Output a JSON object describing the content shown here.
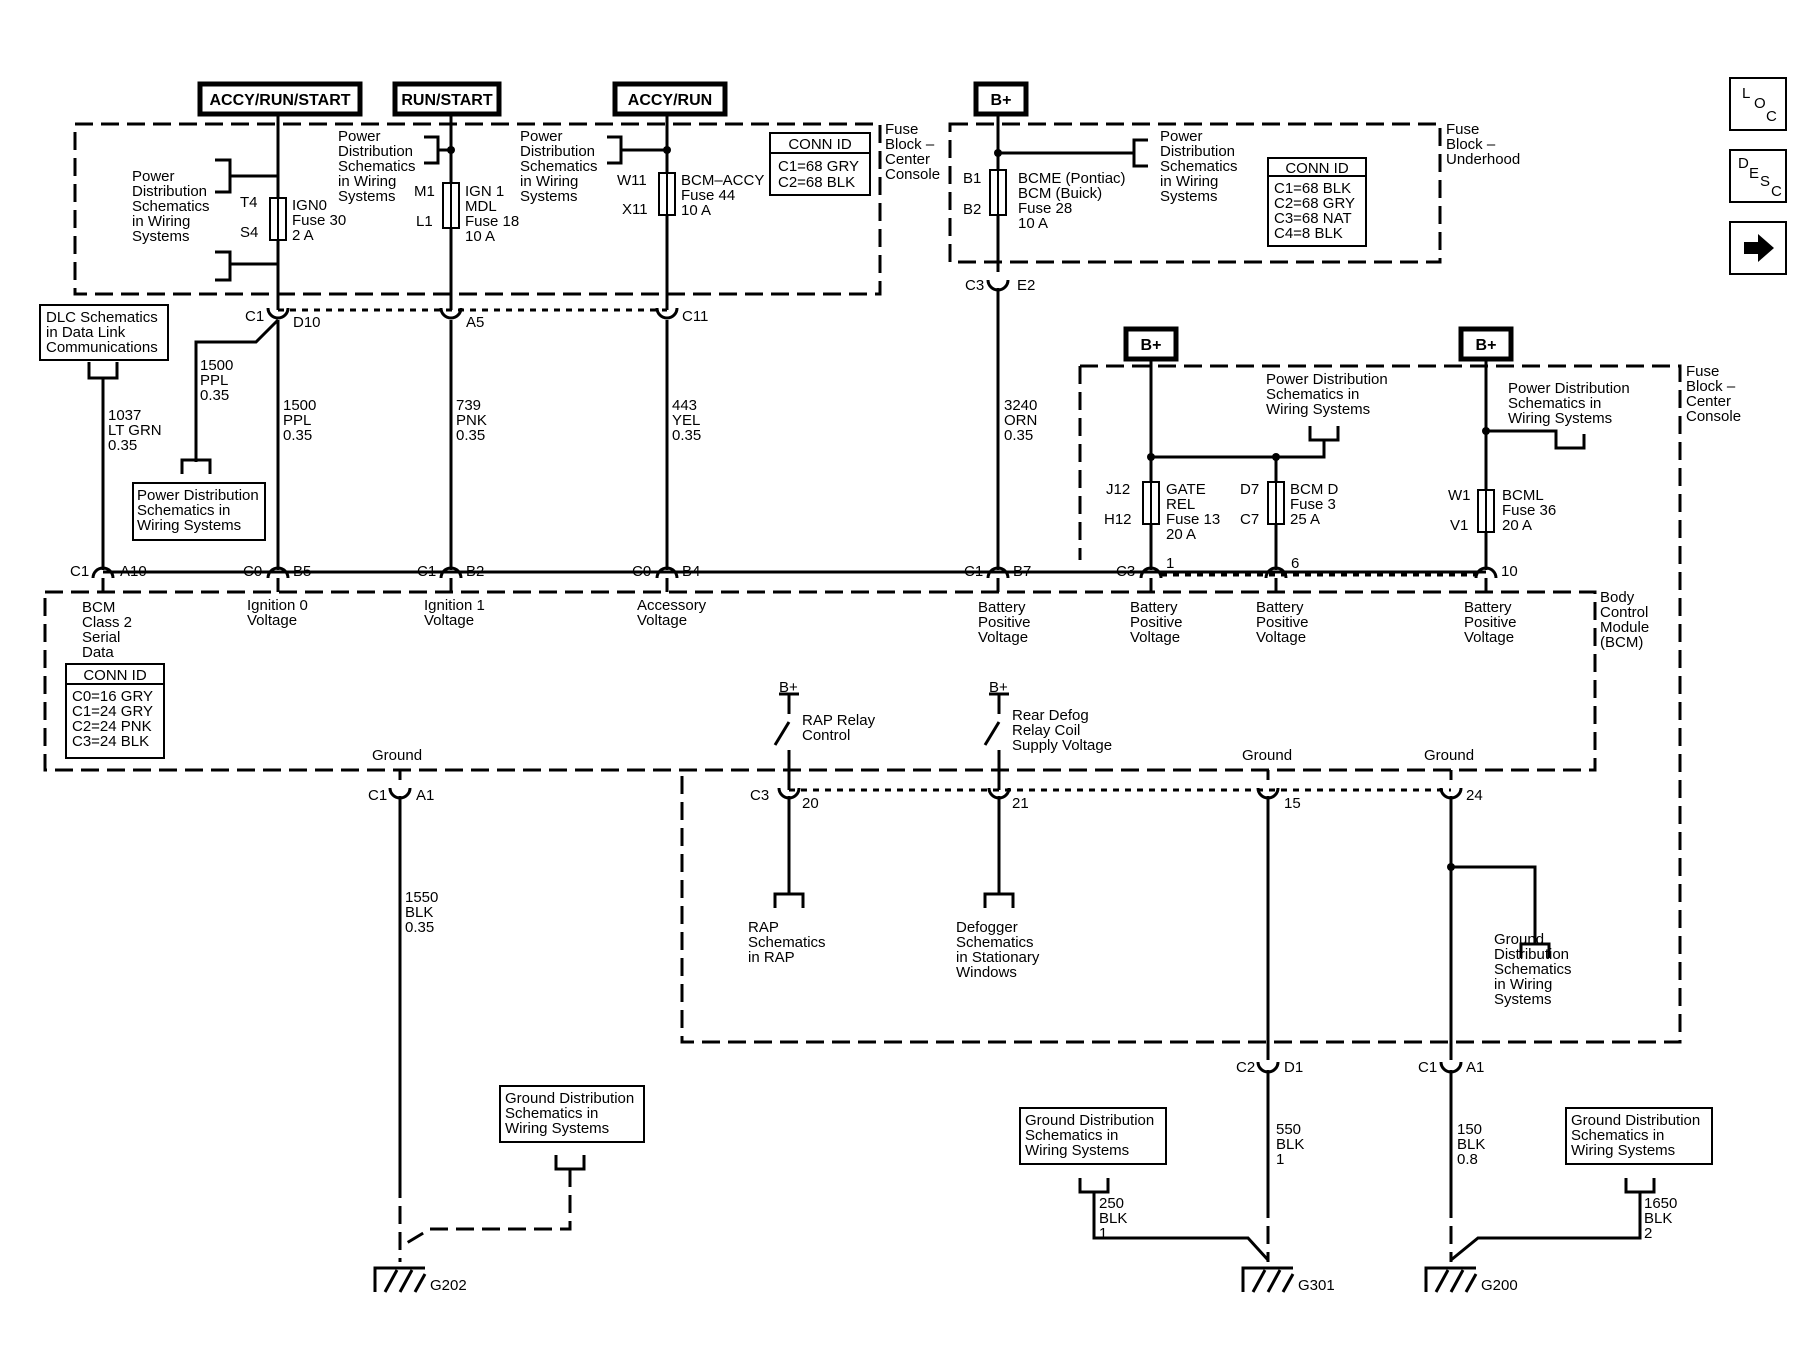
{
  "nav": {
    "loc": [
      "L",
      "O",
      "C"
    ],
    "desc": [
      "D",
      "E",
      "S",
      "C"
    ]
  },
  "sources": {
    "accy_run_start": "ACCY/RUN/START",
    "run_start": "RUN/START",
    "accy_run": "ACCY/RUN",
    "bplus": "B+"
  },
  "center_block": {
    "label": [
      "Fuse",
      "Block –",
      "Center",
      "Console"
    ],
    "conn_id_title": "CONN ID",
    "conn_ids": [
      "C1=68 GRY",
      "C2=68 BLK"
    ],
    "pd_left": [
      "Power",
      "Distribution",
      "Schematics",
      "in Wiring",
      "Systems"
    ],
    "pd_mid": [
      "Power",
      "Distribution",
      "Schematics",
      "in Wiring",
      "Systems"
    ],
    "pd_right": [
      "Power",
      "Distribution",
      "Schematics",
      "in Wiring",
      "Systems"
    ],
    "fuse1": {
      "pin_in": "T4",
      "pin_out": "S4",
      "lines": [
        "IGN0",
        "Fuse 30",
        "2 A"
      ]
    },
    "fuse2": {
      "pin_in": "M1",
      "pin_out": "L1",
      "lines": [
        "IGN 1",
        "MDL",
        "Fuse 18",
        "10 A"
      ]
    },
    "fuse3": {
      "pin_in": "W11",
      "pin_out": "X11",
      "lines": [
        "BCM–ACCY",
        "Fuse 44",
        "10 A"
      ]
    }
  },
  "underhood_block": {
    "label": [
      "Fuse",
      "Block –",
      "Underhood"
    ],
    "conn_id_title": "CONN ID",
    "conn_ids": [
      "C1=68 BLK",
      "C2=68 GRY",
      "C3=68 NAT",
      "C4=8 BLK"
    ],
    "pd": [
      "Power",
      "Distribution",
      "Schematics",
      "in Wiring",
      "Systems"
    ],
    "fuse": {
      "pin_in": "B1",
      "pin_out": "B2",
      "lines": [
        "BCME  (Pontiac)",
        "BCM     (Buick)",
        "Fuse 28",
        "10 A"
      ]
    },
    "conn": {
      "c": "C3",
      "pin": "E2"
    }
  },
  "center_block2": {
    "label": [
      "Fuse",
      "Block –",
      "Center",
      "Console"
    ],
    "pd1": [
      "Power Distribution",
      "Schematics in",
      "Wiring Systems"
    ],
    "pd2": [
      "Power Distribution",
      "Schematics in",
      "Wiring Systems"
    ],
    "fuseA": {
      "pin_in": "J12",
      "pin_out": "H12",
      "lines": [
        "GATE",
        "REL",
        "Fuse 13",
        "20 A"
      ]
    },
    "fuseB": {
      "pin_in": "D7",
      "pin_out": "C7",
      "lines": [
        "BCM D",
        "Fuse 3",
        "25 A"
      ]
    },
    "fuseC": {
      "pin_in": "W1",
      "pin_out": "V1",
      "lines": [
        "BCML",
        "Fuse 36",
        "20  A"
      ]
    }
  },
  "connectors_top": [
    {
      "c": "C1",
      "pin": "D10"
    },
    {
      "c": "",
      "pin": "A5"
    },
    {
      "c": "",
      "pin": "C11"
    }
  ],
  "dlc_box": [
    "DLC Schematics",
    "in Data Link",
    "Communications"
  ],
  "pd_box_lower": [
    "Power Distribution",
    "Schematics in",
    "Wiring  Systems"
  ],
  "wires": {
    "w1037": [
      "1037",
      "LT GRN",
      "0.35"
    ],
    "w1500a": [
      "1500",
      "PPL",
      "0.35"
    ],
    "w1500b": [
      "1500",
      "PPL",
      "0.35"
    ],
    "w739": [
      "739",
      "PNK",
      "0.35"
    ],
    "w443": [
      "443",
      "YEL",
      "0.35"
    ],
    "w3240": [
      "3240",
      "ORN",
      "0.35"
    ],
    "w1550": [
      "1550",
      "BLK",
      "0.35"
    ],
    "w250": [
      "250",
      "BLK",
      "1"
    ],
    "w550": [
      "550",
      "BLK",
      "1"
    ],
    "w150": [
      "150",
      "BLK",
      "0.8"
    ],
    "w1650": [
      "1650",
      "BLK",
      "2"
    ]
  },
  "bcm": {
    "label": [
      "Body",
      "Control",
      "Module",
      "(BCM)"
    ],
    "conn_id_title": "CONN ID",
    "conn_ids": [
      "C0=16 GRY",
      "C1=24 GRY",
      "C2=24 PNK",
      "C3=24 BLK"
    ],
    "inputs": [
      {
        "c": "C1",
        "pin": "A10",
        "lines": [
          "BCM",
          "Class 2",
          "Serial",
          "Data"
        ]
      },
      {
        "c": "C0",
        "pin": "B5",
        "lines": [
          "Ignition 0",
          "Voltage"
        ]
      },
      {
        "c": "C1",
        "pin": "B2",
        "lines": [
          "Ignition 1",
          "Voltage"
        ]
      },
      {
        "c": "C0",
        "pin": "B4",
        "lines": [
          "Accessory",
          "Voltage"
        ]
      },
      {
        "c": "C1",
        "pin": "B7",
        "lines": [
          "Battery",
          "Positive",
          "Voltage"
        ]
      },
      {
        "c": "C3",
        "pin": "1",
        "lines": [
          "Battery",
          "Positive",
          "Voltage"
        ]
      },
      {
        "c": "",
        "pin": "6",
        "lines": [
          "Battery",
          "Positive",
          "Voltage"
        ]
      },
      {
        "c": "",
        "pin": "10",
        "lines": [
          "Battery",
          "Positive",
          "Voltage"
        ]
      }
    ],
    "ground": "Ground",
    "rap_relay": [
      "RAP Relay",
      "Control"
    ],
    "rear_defog": [
      "Rear Defog",
      "Relay Coil",
      "Supply Voltage"
    ],
    "bplus": "B+"
  },
  "bottom_conns": [
    {
      "c": "C1",
      "pin": "A1"
    },
    {
      "c": "C3",
      "pin": "20"
    },
    {
      "c": "",
      "pin": "21"
    },
    {
      "c": "",
      "pin": "15"
    },
    {
      "c": "",
      "pin": "24"
    },
    {
      "c": "C2",
      "pin": "D1"
    },
    {
      "c": "C1",
      "pin": "A1"
    }
  ],
  "refs": {
    "rap": [
      "RAP",
      "Schematics",
      "in RAP"
    ],
    "defog": [
      "Defogger",
      "Schematics",
      "in Stationary",
      "Windows"
    ],
    "ground_dist_right": [
      "Ground",
      "Distribution",
      "Schematics",
      "in Wiring",
      "Systems"
    ],
    "gd1": [
      "Ground Distribution",
      "Schematics in",
      "Wiring Systems"
    ],
    "gd2": [
      "Ground Distribution",
      "Schematics in",
      "Wiring Systems"
    ],
    "gd3": [
      "Ground Distribution",
      "Schematics in",
      "Wiring Systems"
    ]
  },
  "grounds": {
    "g1": "G202",
    "g2": "G301",
    "g3": "G200"
  }
}
